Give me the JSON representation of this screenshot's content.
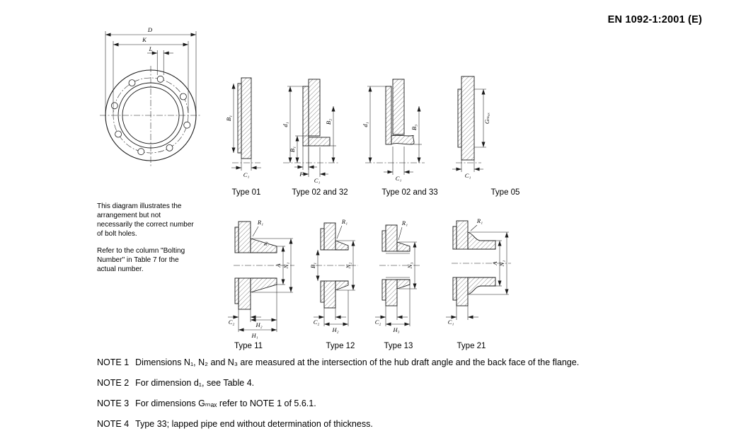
{
  "header": {
    "title": "EN 1092-1:2001 (E)"
  },
  "face_view": {
    "dim_d": "D",
    "dim_k": "K",
    "dim_l": "L"
  },
  "side_note": {
    "para1": "This diagram illustrates the arrangement but not necessarily the correct number of bolt holes.",
    "para2": "Refer to the column \"Bolting Number\" in Table 7 for the actual number."
  },
  "diagrams": {
    "type01": {
      "caption": "Type 01",
      "labels": {
        "b1": "B₁",
        "c1": "C₁"
      }
    },
    "type02_32": {
      "caption": "Type 02 and 32",
      "labels": {
        "d1": "d₁",
        "b1": "B₁",
        "b2": "B₂",
        "f": "F",
        "c1": "C₁"
      }
    },
    "type02_33": {
      "caption": "Type 02 and 33",
      "labels": {
        "d1": "d₁",
        "b3": "B₃",
        "c1": "C₁"
      }
    },
    "type05": {
      "caption": "Type 05",
      "labels": {
        "gmax": "Gₘₐₓ",
        "c1": "C₁"
      }
    },
    "type11": {
      "caption": "Type 11",
      "labels": {
        "r1": "R₁",
        "s1": "s₁",
        "a": "A",
        "n1": "N₁",
        "c2": "C₂",
        "h2": "H₂",
        "h1": "H₁"
      }
    },
    "type12": {
      "caption": "Type 12",
      "labels": {
        "r1": "R₁",
        "b1": "B₁",
        "n2": "N₂",
        "c2": "C₂",
        "h2": "H₂"
      }
    },
    "type13": {
      "caption": "Type 13",
      "labels": {
        "r1": "R₁",
        "n3": "N₃",
        "c2": "C₂",
        "h3": "H₃"
      }
    },
    "type21": {
      "caption": "Type 21",
      "labels": {
        "r1": "R₁",
        "a": "A",
        "n1": "N₁",
        "c1": "C₁"
      }
    }
  },
  "notes": [
    {
      "label": "NOTE 1",
      "text": "Dimensions N₁, N₂ and N₃ are measured at the intersection of the hub draft angle and the back face of the flange."
    },
    {
      "label": "NOTE 2",
      "text": "For dimension d₁, see Table 4."
    },
    {
      "label": "NOTE 3",
      "text": "For dimensions Gₘₐₓ refer to NOTE 1 of 5.6.1."
    },
    {
      "label": "NOTE 4",
      "text": "Type 33; lapped pipe end without determination of thickness."
    }
  ]
}
